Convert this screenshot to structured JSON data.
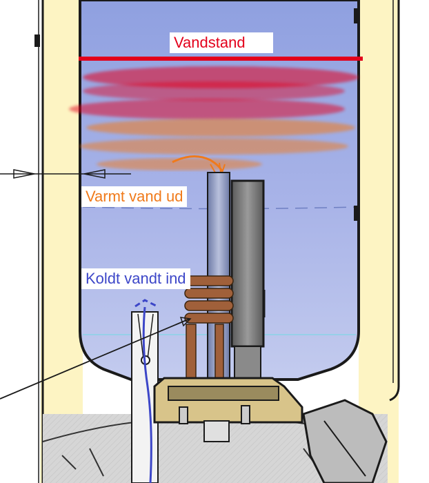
{
  "labels": {
    "water_level": "Vandstand",
    "hot_water_out": "Varmt vand ud",
    "cold_water_in": "Koldt vandt ind"
  },
  "colors": {
    "water_level": "#e3001b",
    "hot_water_out": "#f07a1a",
    "cold_water_in": "#3c46c8",
    "insulation": "#fdf4c3",
    "tank_water": "#a7b3e6"
  }
}
